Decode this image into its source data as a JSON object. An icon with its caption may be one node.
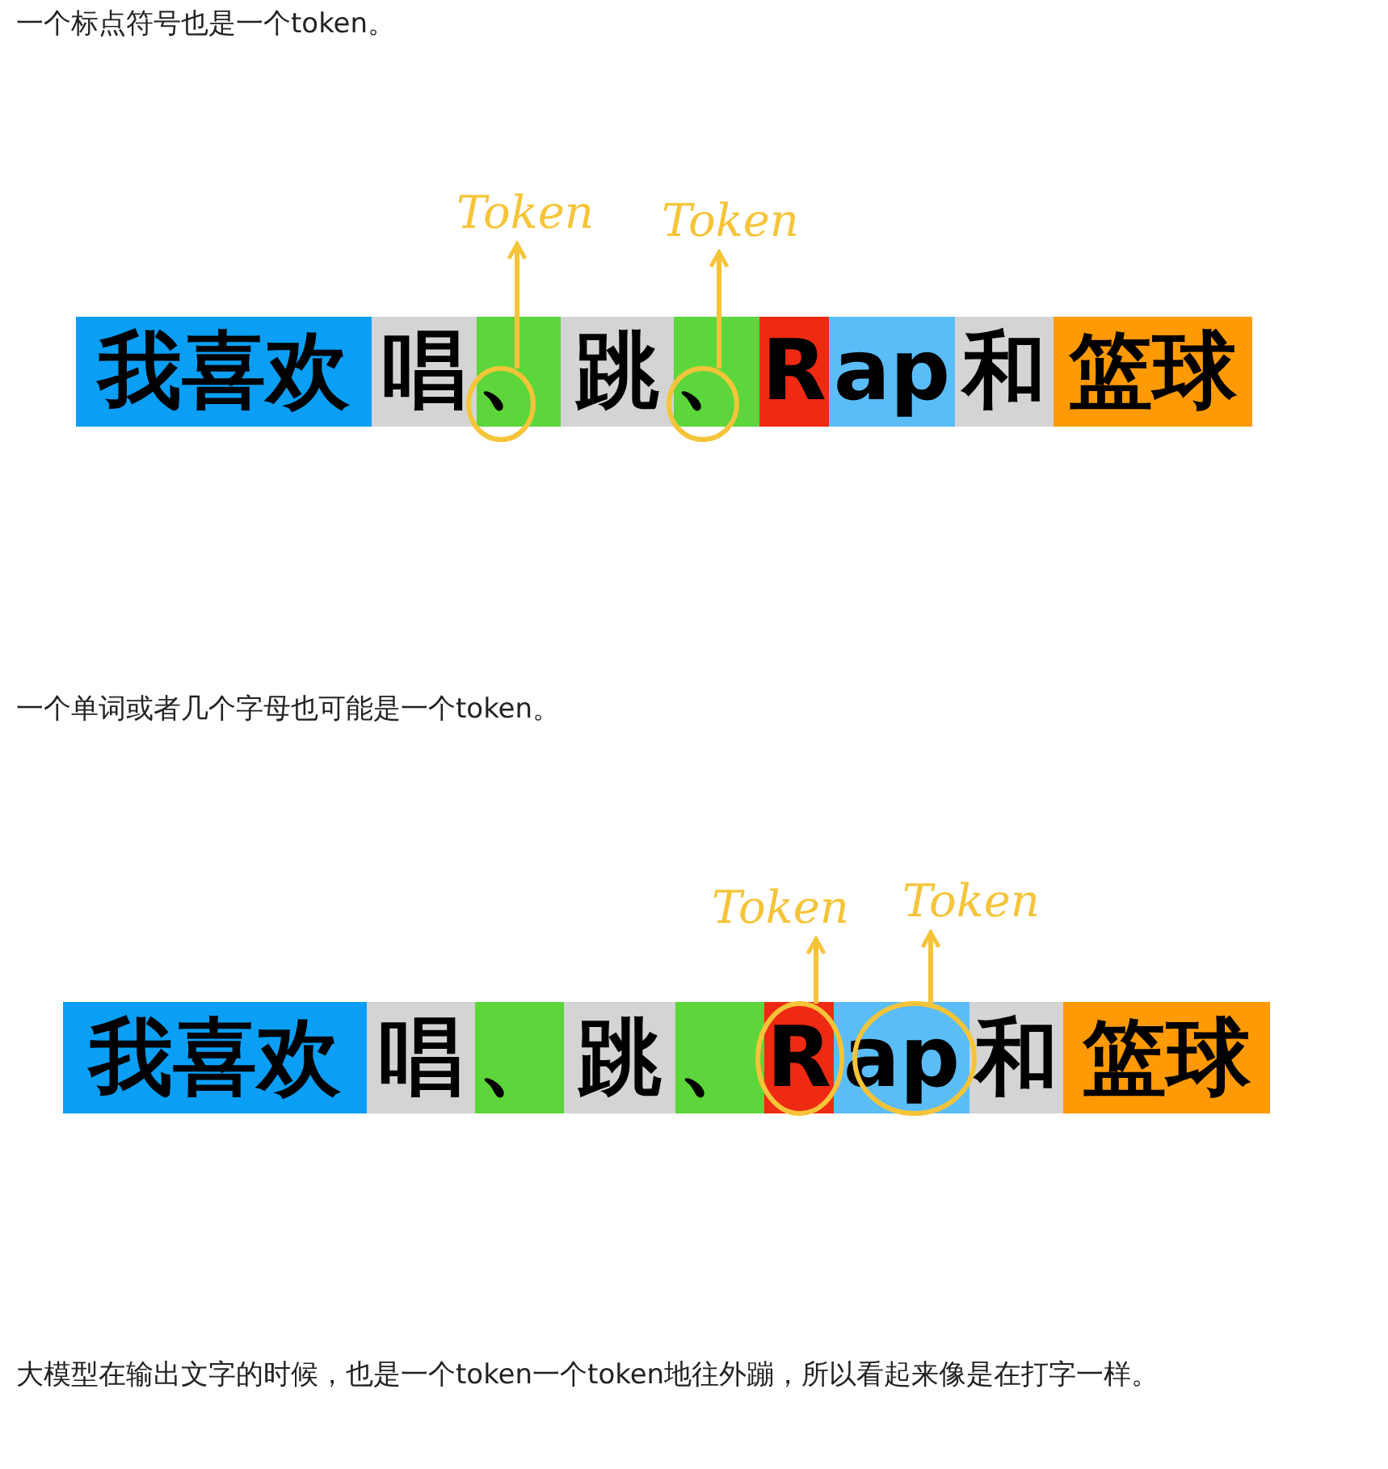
{
  "diagram": {
    "nodes": [
      {
        "text": [
          "Token"
        ]
      },
      {
        "text": [
          "Token"
        ]
      },
      {
        "text": [
          "我喜欢"
        ]
      },
      {
        "text": [
          "唱"
        ]
      },
      {
        "text": [
          "、"
        ]
      },
      {
        "text": [
          "跳"
        ]
      },
      {
        "text": [
          "、"
        ]
      },
      {
        "text": [
          "R"
        ]
      },
      {
        "text": [
          "ap"
        ]
      },
      {
        "text": [
          "和"
        ]
      },
      {
        "text": [
          "篮球"
        ]
      },
      {
        "text": [
          "Token"
        ]
      },
      {
        "text": [
          "Token"
        ]
      },
      {
        "text": [
          "我喜欢"
        ]
      },
      {
        "text": [
          "唱"
        ]
      },
      {
        "text": [
          "、"
        ]
      },
      {
        "text": [
          "跳"
        ]
      },
      {
        "text": [
          "、"
        ]
      },
      {
        "text": [
          "R"
        ]
      },
      {
        "text": [
          "ap"
        ]
      },
      {
        "text": [
          "和"
        ]
      },
      {
        "text": [
          "篮球"
        ]
      }
    ],
    "edges": [
      {
        "from": 4,
        "to": 0,
        "arrow": "to"
      },
      {
        "from": 6,
        "to": 1,
        "arrow": "to"
      },
      {
        "from": 18,
        "to": 11,
        "arrow": "to"
      },
      {
        "from": 19,
        "to": 12,
        "arrow": "to"
      }
    ],
    "labels": [
      "一个标点符号也是一个token。",
      "一个单词或者几个字母也可能是一个token。",
      "大模型在输出文字的时候，也是一个token一个token地往外蹦，所以看起来像是在打字一样。"
    ]
  }
}
